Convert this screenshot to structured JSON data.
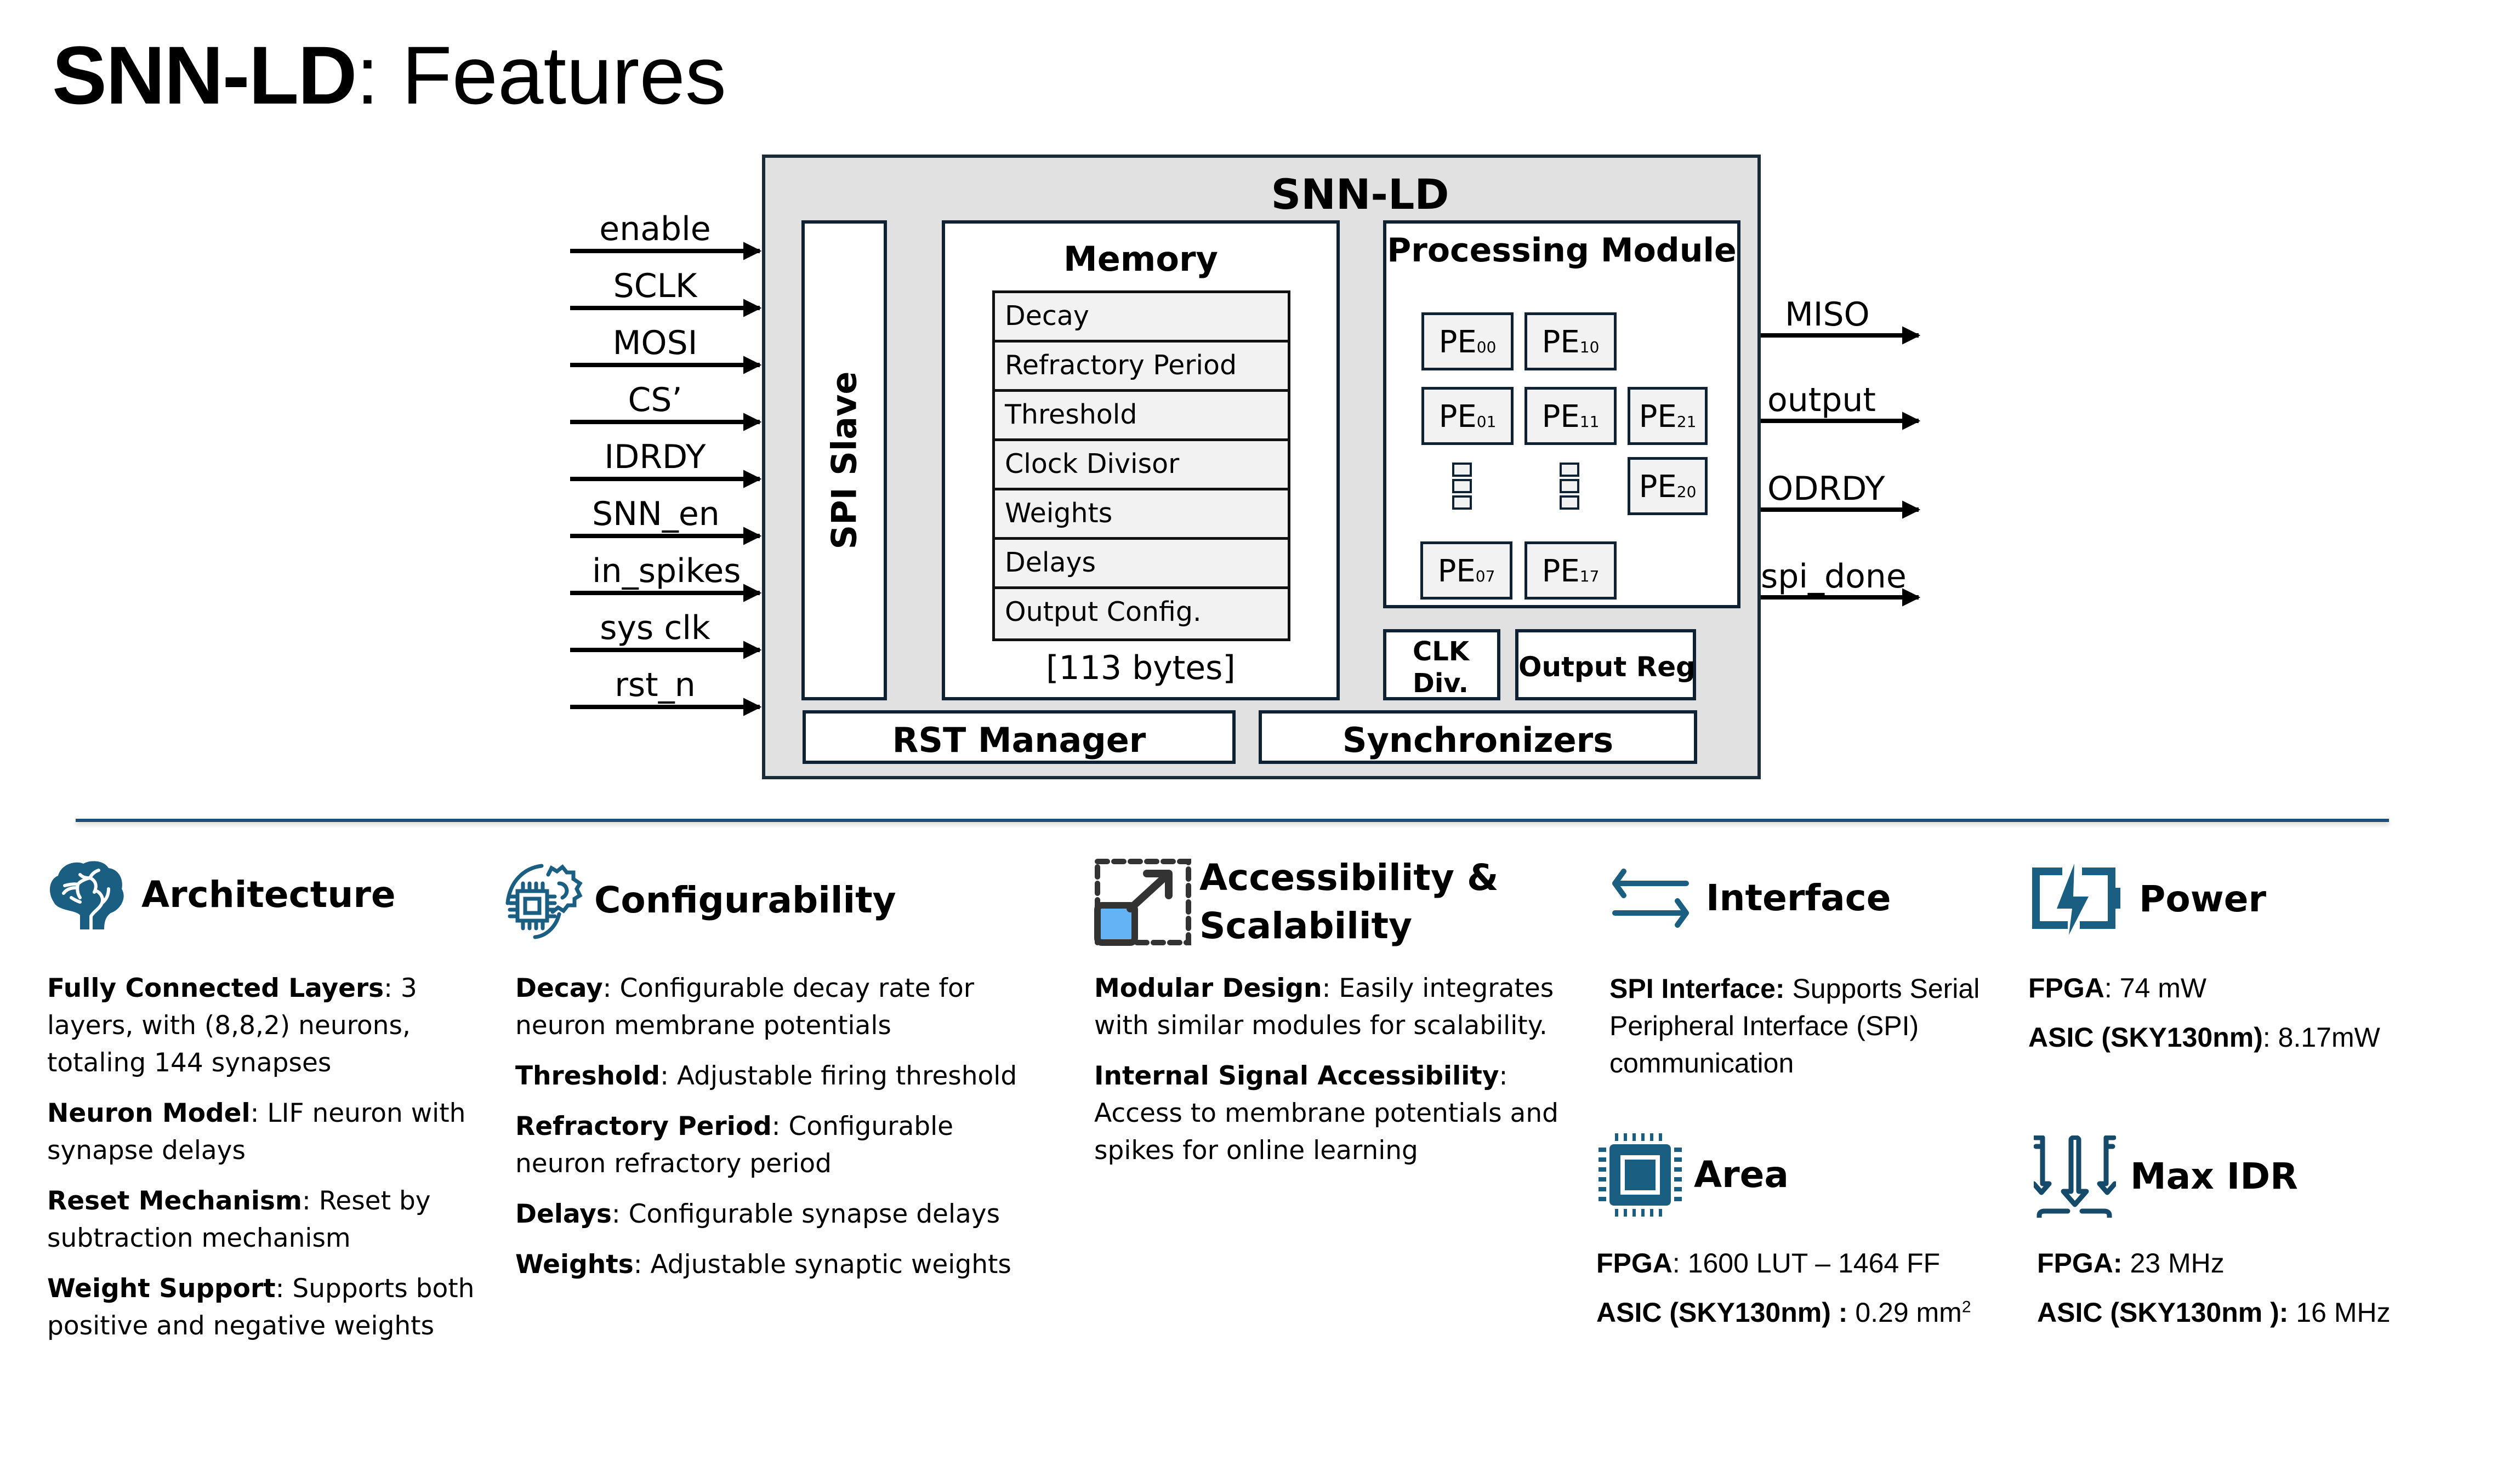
{
  "title": {
    "bold": "SNN-LD",
    "rest": ": Features"
  },
  "diagram": {
    "chip_title": "SNN-LD",
    "inputs": [
      "enable",
      "SCLK",
      "MOSI",
      "CS’",
      "IDRDY",
      "SNN_en",
      "in_spikes",
      "sys clk",
      "rst_n"
    ],
    "outputs": [
      "MISO",
      "output",
      "ODRDY",
      "spi_done"
    ],
    "spi_slave": "SPI Slave",
    "memory": {
      "title": "Memory",
      "rows": [
        "Decay",
        "Refractory Period",
        "Threshold",
        "Clock Divisor",
        "Weights",
        "Delays",
        "Output Config."
      ],
      "size": "[113 bytes]"
    },
    "processing_module": {
      "title": "Processing Module",
      "pes": [
        {
          "base": "PE",
          "sub": "00"
        },
        {
          "base": "PE",
          "sub": "10"
        },
        {
          "base": "PE",
          "sub": "01"
        },
        {
          "base": "PE",
          "sub": "11"
        },
        {
          "base": "PE",
          "sub": "21"
        },
        {
          "base": "PE",
          "sub": "20"
        },
        {
          "base": "PE",
          "sub": "07"
        },
        {
          "base": "PE",
          "sub": "17"
        }
      ]
    },
    "clk_div": "CLK\nDiv.",
    "output_reg": "Output Reg",
    "rst_manager": "RST Manager",
    "synchronizers": "Synchronizers"
  },
  "features": {
    "architecture": {
      "title": "Architecture",
      "icon": "brain-icon",
      "items": [
        {
          "label": "Fully Connected Layers",
          "text": ": 3 layers, with (8,8,2) neurons, totaling 144 synapses"
        },
        {
          "label": "Neuron Model",
          "text": ": LIF neuron with synapse delays"
        },
        {
          "label": "Reset Mechanism",
          "text": ": Reset by subtraction mechanism"
        },
        {
          "label": "Weight Support",
          "text": ": Supports both positive and negative weights"
        }
      ]
    },
    "configurability": {
      "title": "Configurability",
      "icon": "chip-gear-icon",
      "items": [
        {
          "label": "Decay",
          "text": ": Configurable decay rate for neuron membrane potentials"
        },
        {
          "label": "Threshold",
          "text": ": Adjustable firing threshold"
        },
        {
          "label": "Refractory Period",
          "text": ": Configurable neuron refractory period"
        },
        {
          "label": "Delays",
          "text": ": Configurable synapse delays"
        },
        {
          "label": "Weights",
          "text": ": Adjustable synaptic weights"
        }
      ]
    },
    "accessibility": {
      "title_line1": "Accessibility &",
      "title_line2": "Scalability",
      "icon": "expand-scale-icon",
      "items": [
        {
          "label": "Modular Design",
          "text": ": Easily integrates with similar modules for scalability."
        },
        {
          "label": "Internal Signal Accessibility",
          "text": ": Access to membrane potentials and spikes for online learning"
        }
      ]
    },
    "interface": {
      "title": "Interface",
      "icon": "swap-arrows-icon",
      "items": [
        {
          "label": "SPI Interface:",
          "text": " Supports Serial Peripheral Interface (SPI) communication"
        }
      ]
    },
    "power": {
      "title": "Power",
      "icon": "battery-charge-icon",
      "fpga_label": "FPGA",
      "fpga_value": ": 74 mW",
      "asic_label": "ASIC (SKY130nm)",
      "asic_value": ": 8.17mW"
    },
    "area": {
      "title": "Area",
      "icon": "chip-icon",
      "fpga_label": "FPGA",
      "fpga_value": ": 1600 LUT – 1464 FF",
      "asic_label": "ASIC (SKY130nm) :",
      "asic_value": " 0.29 mm",
      "asic_unit_sup": "2"
    },
    "max_idr": {
      "title": "Max IDR",
      "icon": "data-inflow-icon",
      "fpga_label": "FPGA:",
      "fpga_value": " 23 MHz",
      "asic_label": "ASIC (SKY130nm ):",
      "asic_value": " 16 MHz"
    }
  },
  "colors": {
    "icon_blue": "#1a5e82",
    "accent_light_blue": "#63b3f5",
    "divider": "#1f4e79",
    "chip_fill": "#e1e1e1"
  }
}
